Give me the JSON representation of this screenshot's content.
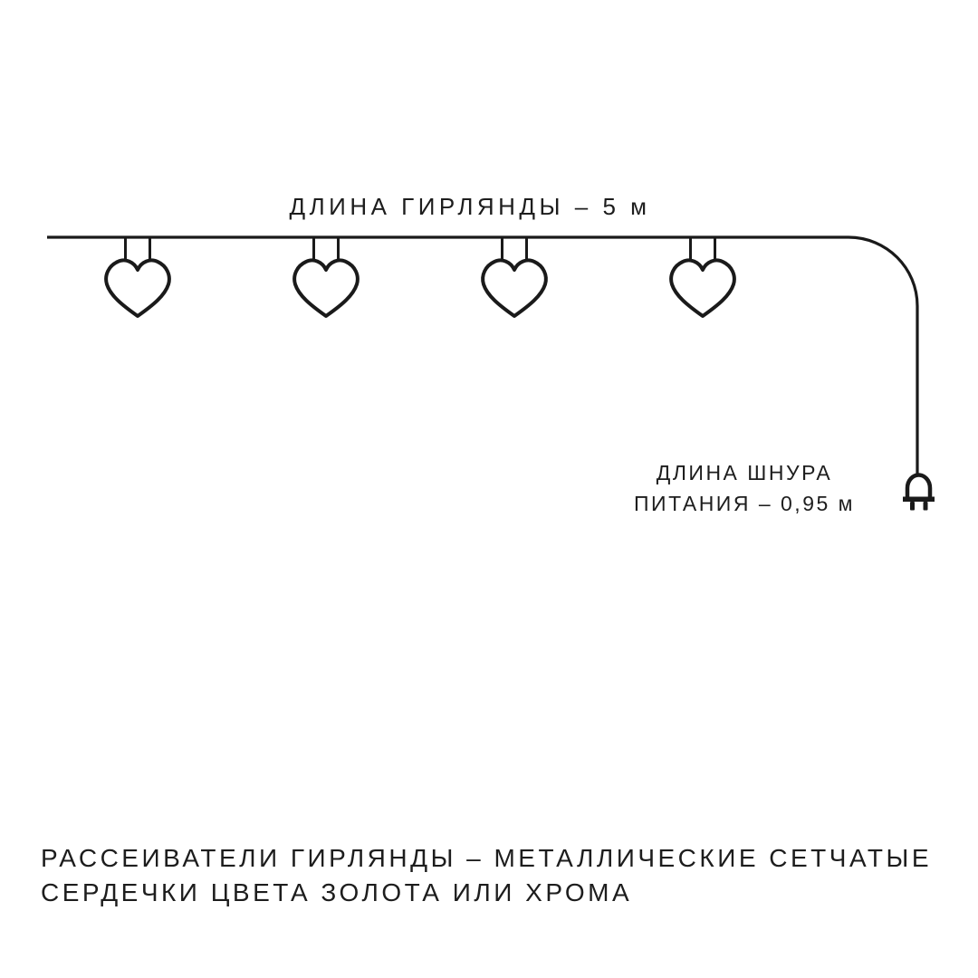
{
  "diagram": {
    "garland_length_label": "ДЛИНА ГИРЛЯНДЫ – 5 м",
    "cord_label": {
      "line1": "ДЛИНА ШНУРА",
      "line2": "ПИТАНИЯ – 0,95 м"
    },
    "hearts_count": 4,
    "icons": {
      "heart": "heart-diffuser-icon",
      "plug": "power-plug-icon"
    }
  },
  "footer": {
    "line1": "РАССЕИВАТЕЛИ ГИРЛЯНДЫ – МЕТАЛЛИЧЕСКИЕ СЕТЧАТЫЕ",
    "line2": "СЕРДЕЧКИ ЦВЕТА ЗОЛОТА ИЛИ ХРОМА"
  },
  "colors": {
    "background": "#ffffff",
    "line": "#1a1a1a",
    "text": "#1d1d1d"
  }
}
